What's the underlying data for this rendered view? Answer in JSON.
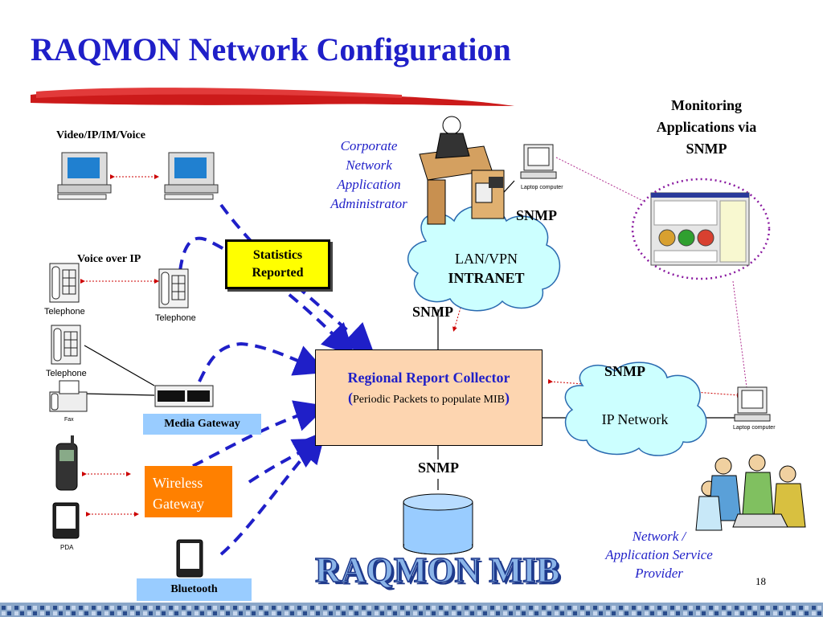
{
  "slide": {
    "title": "RAQMON Network Configuration",
    "page_number": "18"
  },
  "labels": {
    "video_ip": "Video/IP/IM/Voice",
    "voice_over_ip": "Voice over IP",
    "telephone_1": "Telephone",
    "telephone_2": "Telephone",
    "telephone_3": "Telephone",
    "fax": "Fax",
    "pda": "PDA",
    "laptop_top": "Laptop computer",
    "laptop_right": "Laptop computer"
  },
  "boxes": {
    "statistics": "Statistics Reported",
    "media_gateway": "Media Gateway",
    "wireless_gateway_line1": "Wireless",
    "wireless_gateway_line2": "Gateway",
    "bluetooth": "Bluetooth",
    "collector_title": "Regional Report Collector",
    "collector_sub_open": "(",
    "collector_sub": "Periodic Packets to populate MIB",
    "collector_sub_close": ")"
  },
  "clouds": {
    "lan_line1": "LAN/VPN",
    "lan_line2": "INTRANET",
    "ip_network": "IP Network"
  },
  "snmp": {
    "top": "SNMP",
    "mid": "SNMP",
    "right": "SNMP",
    "bottom": "SNMP"
  },
  "admin": {
    "line1": "Corporate",
    "line2": "Network",
    "line3": "Application",
    "line4": "Administrator"
  },
  "monitoring": {
    "line1": "Monitoring",
    "line2": "Applications via",
    "line3": "SNMP"
  },
  "provider": {
    "line1": "Network /",
    "line2": "Application Service",
    "line3": "Provider"
  },
  "mib": "RAQMON MIB",
  "colors": {
    "title": "#1f1fc8",
    "arrow": "#1f1fc8",
    "collector_fill": "#fdd5b0",
    "statistics_fill": "#ffff00",
    "gateway_fill": "#99ccff",
    "wireless_fill": "#ff8000",
    "cloud_fill": "#ccffff"
  }
}
